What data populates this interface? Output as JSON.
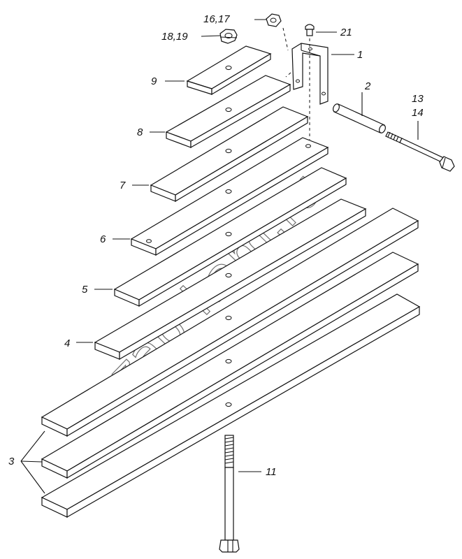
{
  "diagram": {
    "callouts": {
      "l16_17": "16,17",
      "l18_19": "18,19",
      "l21": "21",
      "l1": "1",
      "l2": "2",
      "l13": "13",
      "l14": "14",
      "l9": "9",
      "l8": "8",
      "l7": "7",
      "l6": "6",
      "l5": "5",
      "l4": "4",
      "l3": "3",
      "l11": "11"
    },
    "watermark": "zap-kam.ru",
    "colors": {
      "line": "#111111",
      "background": "#ffffff",
      "watermark": "#6f6f6f"
    }
  }
}
